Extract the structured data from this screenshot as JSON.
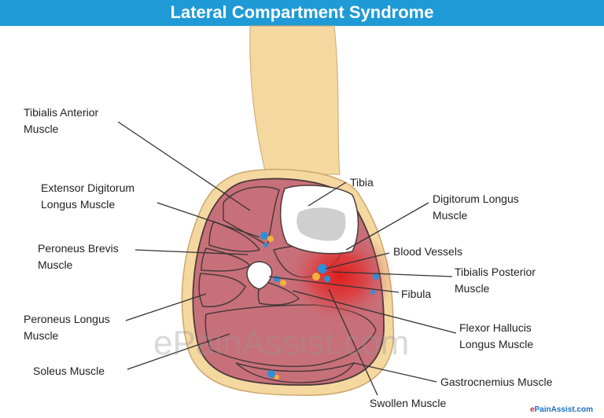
{
  "title": "Lateral Compartment Syndrome",
  "labels": {
    "tibialis_anterior": "Tibialis Anterior\nMuscle",
    "extensor_digitorum": "Extensor Digitorum\nLongus Muscle",
    "peroneus_brevis": "Peroneus Brevis\nMuscle",
    "peroneus_longus": "Peroneus Longus\nMuscle",
    "soleus": "Soleus Muscle",
    "tibia": "Tibia",
    "digitorum_longus": "Digitorum Longus\nMuscle",
    "blood_vessels": "Blood Vessels",
    "tibialis_posterior": "Tibialis Posterior\nMuscle",
    "fibula": "Fibula",
    "flexor_hallucis": "Flexor Hallucis\nLongus Muscle",
    "gastrocnemius": "Gastrocnemius Muscle",
    "swollen": "Swollen Muscle"
  },
  "watermark": "ePainAssist.com",
  "credit": {
    "prefix": "e",
    "rest": "PainAssist.com"
  },
  "colors": {
    "banner": "#1f9ad6",
    "skin": "#f5d7a0",
    "muscle": "#c8707a",
    "inflammation": "#e01818",
    "bone": "#ffffff",
    "marrow": "#cfcfcf",
    "vessel_blue": "#2f8fd8",
    "vessel_orange": "#f3b23a"
  }
}
